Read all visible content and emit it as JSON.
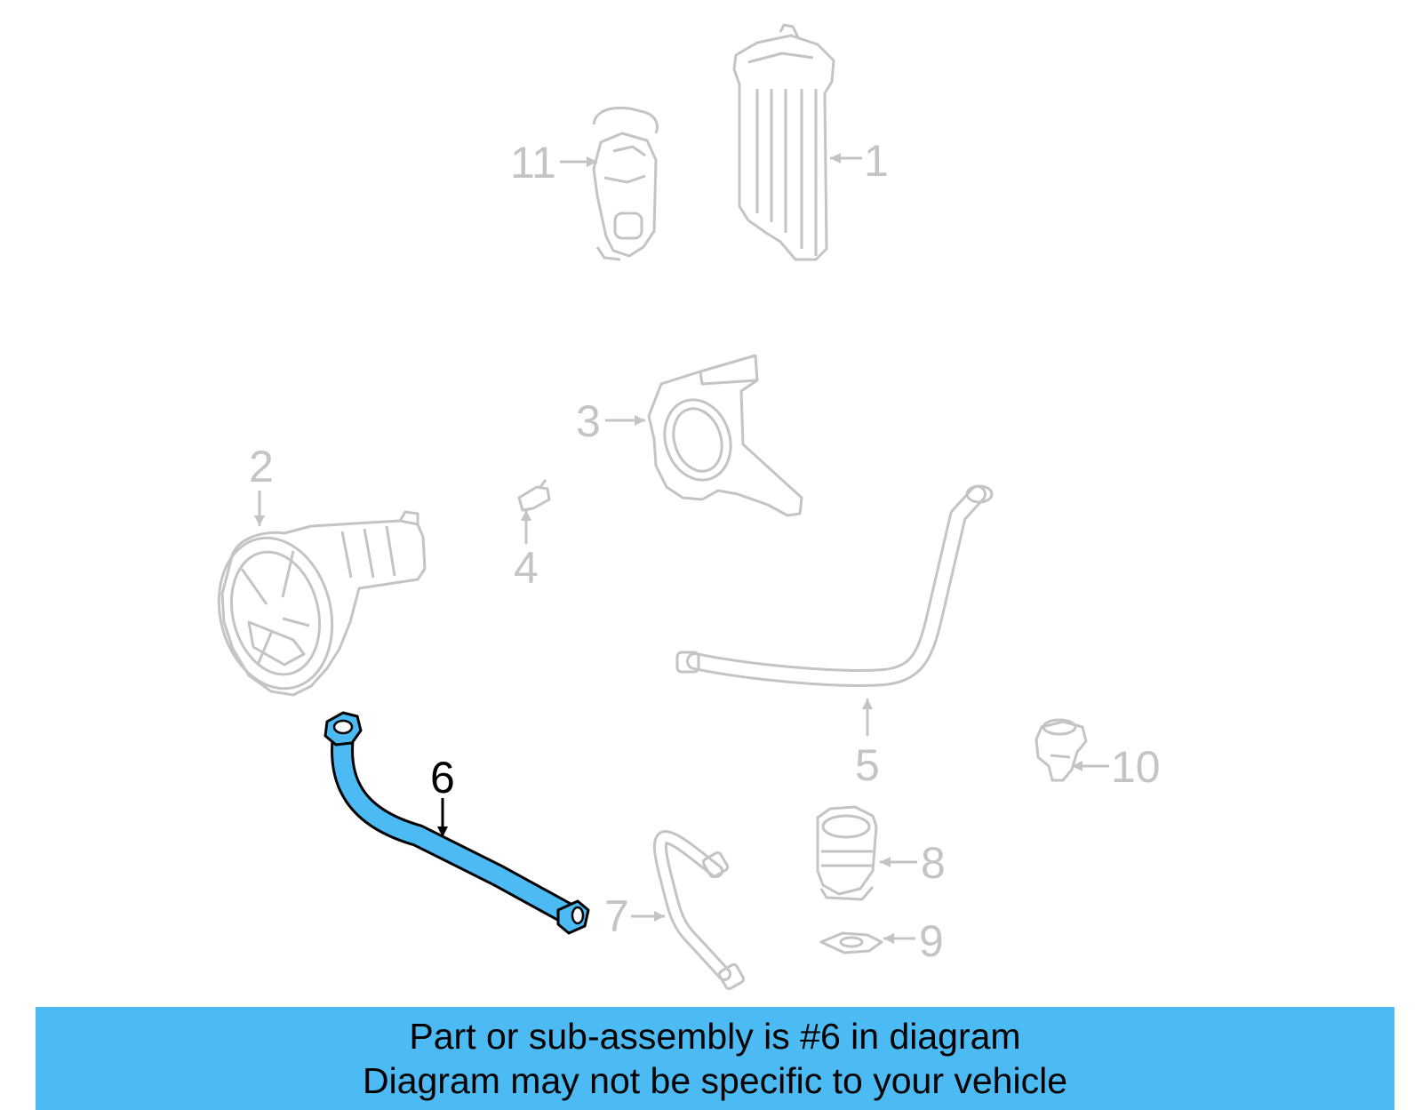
{
  "diagram": {
    "colors": {
      "ghost": "#c4c4c4",
      "highlight_fill": "#4dbbf3",
      "highlight_stroke": "#000000",
      "banner": "#4dbbf3"
    },
    "callouts": [
      {
        "id": "1",
        "label": "1",
        "highlighted": false
      },
      {
        "id": "2",
        "label": "2",
        "highlighted": false
      },
      {
        "id": "3",
        "label": "3",
        "highlighted": false
      },
      {
        "id": "4",
        "label": "4",
        "highlighted": false
      },
      {
        "id": "5",
        "label": "5",
        "highlighted": false
      },
      {
        "id": "6",
        "label": "6",
        "highlighted": true
      },
      {
        "id": "7",
        "label": "7",
        "highlighted": false
      },
      {
        "id": "8",
        "label": "8",
        "highlighted": false
      },
      {
        "id": "9",
        "label": "9",
        "highlighted": false
      },
      {
        "id": "10",
        "label": "10",
        "highlighted": false
      },
      {
        "id": "11",
        "label": "11",
        "highlighted": false
      }
    ]
  },
  "banner": {
    "line1": "Part or sub-assembly is #6 in diagram",
    "line2": "Diagram may not be specific to your vehicle"
  }
}
